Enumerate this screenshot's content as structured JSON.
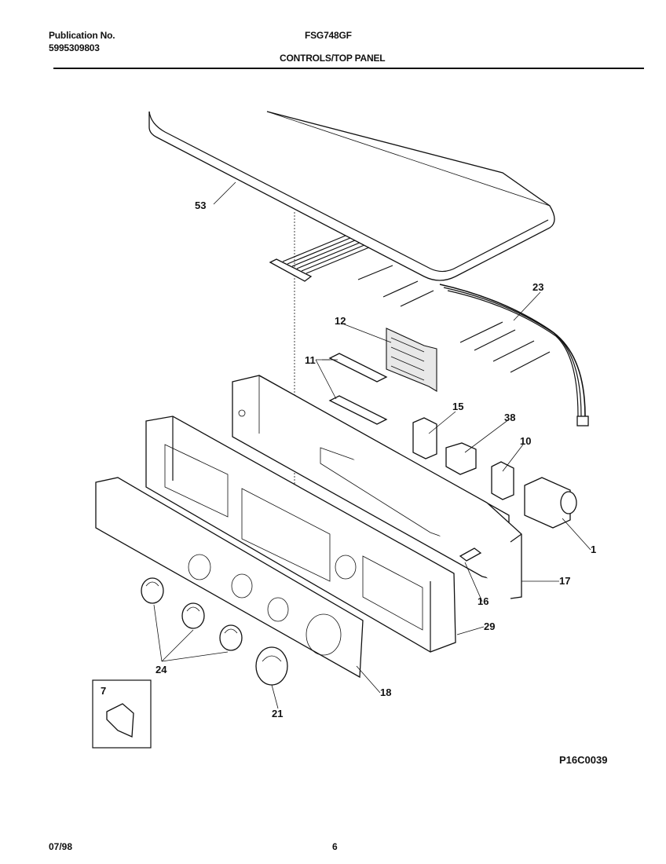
{
  "header": {
    "publication_label": "Publication No.",
    "publication_number": "5995309803",
    "model": "FSG748GF",
    "section_title": "CONTROLS/TOP PANEL"
  },
  "diagram": {
    "code": "P16C0039",
    "callouts": {
      "c53": "53",
      "c23": "23",
      "c12": "12",
      "c11": "11",
      "c15": "15",
      "c38": "38",
      "c10": "10",
      "c1": "1",
      "c17": "17",
      "c16": "16",
      "c29": "29",
      "c24": "24",
      "c18": "18",
      "c21": "21",
      "c7": "7"
    }
  },
  "footer": {
    "date": "07/98",
    "page": "6"
  }
}
